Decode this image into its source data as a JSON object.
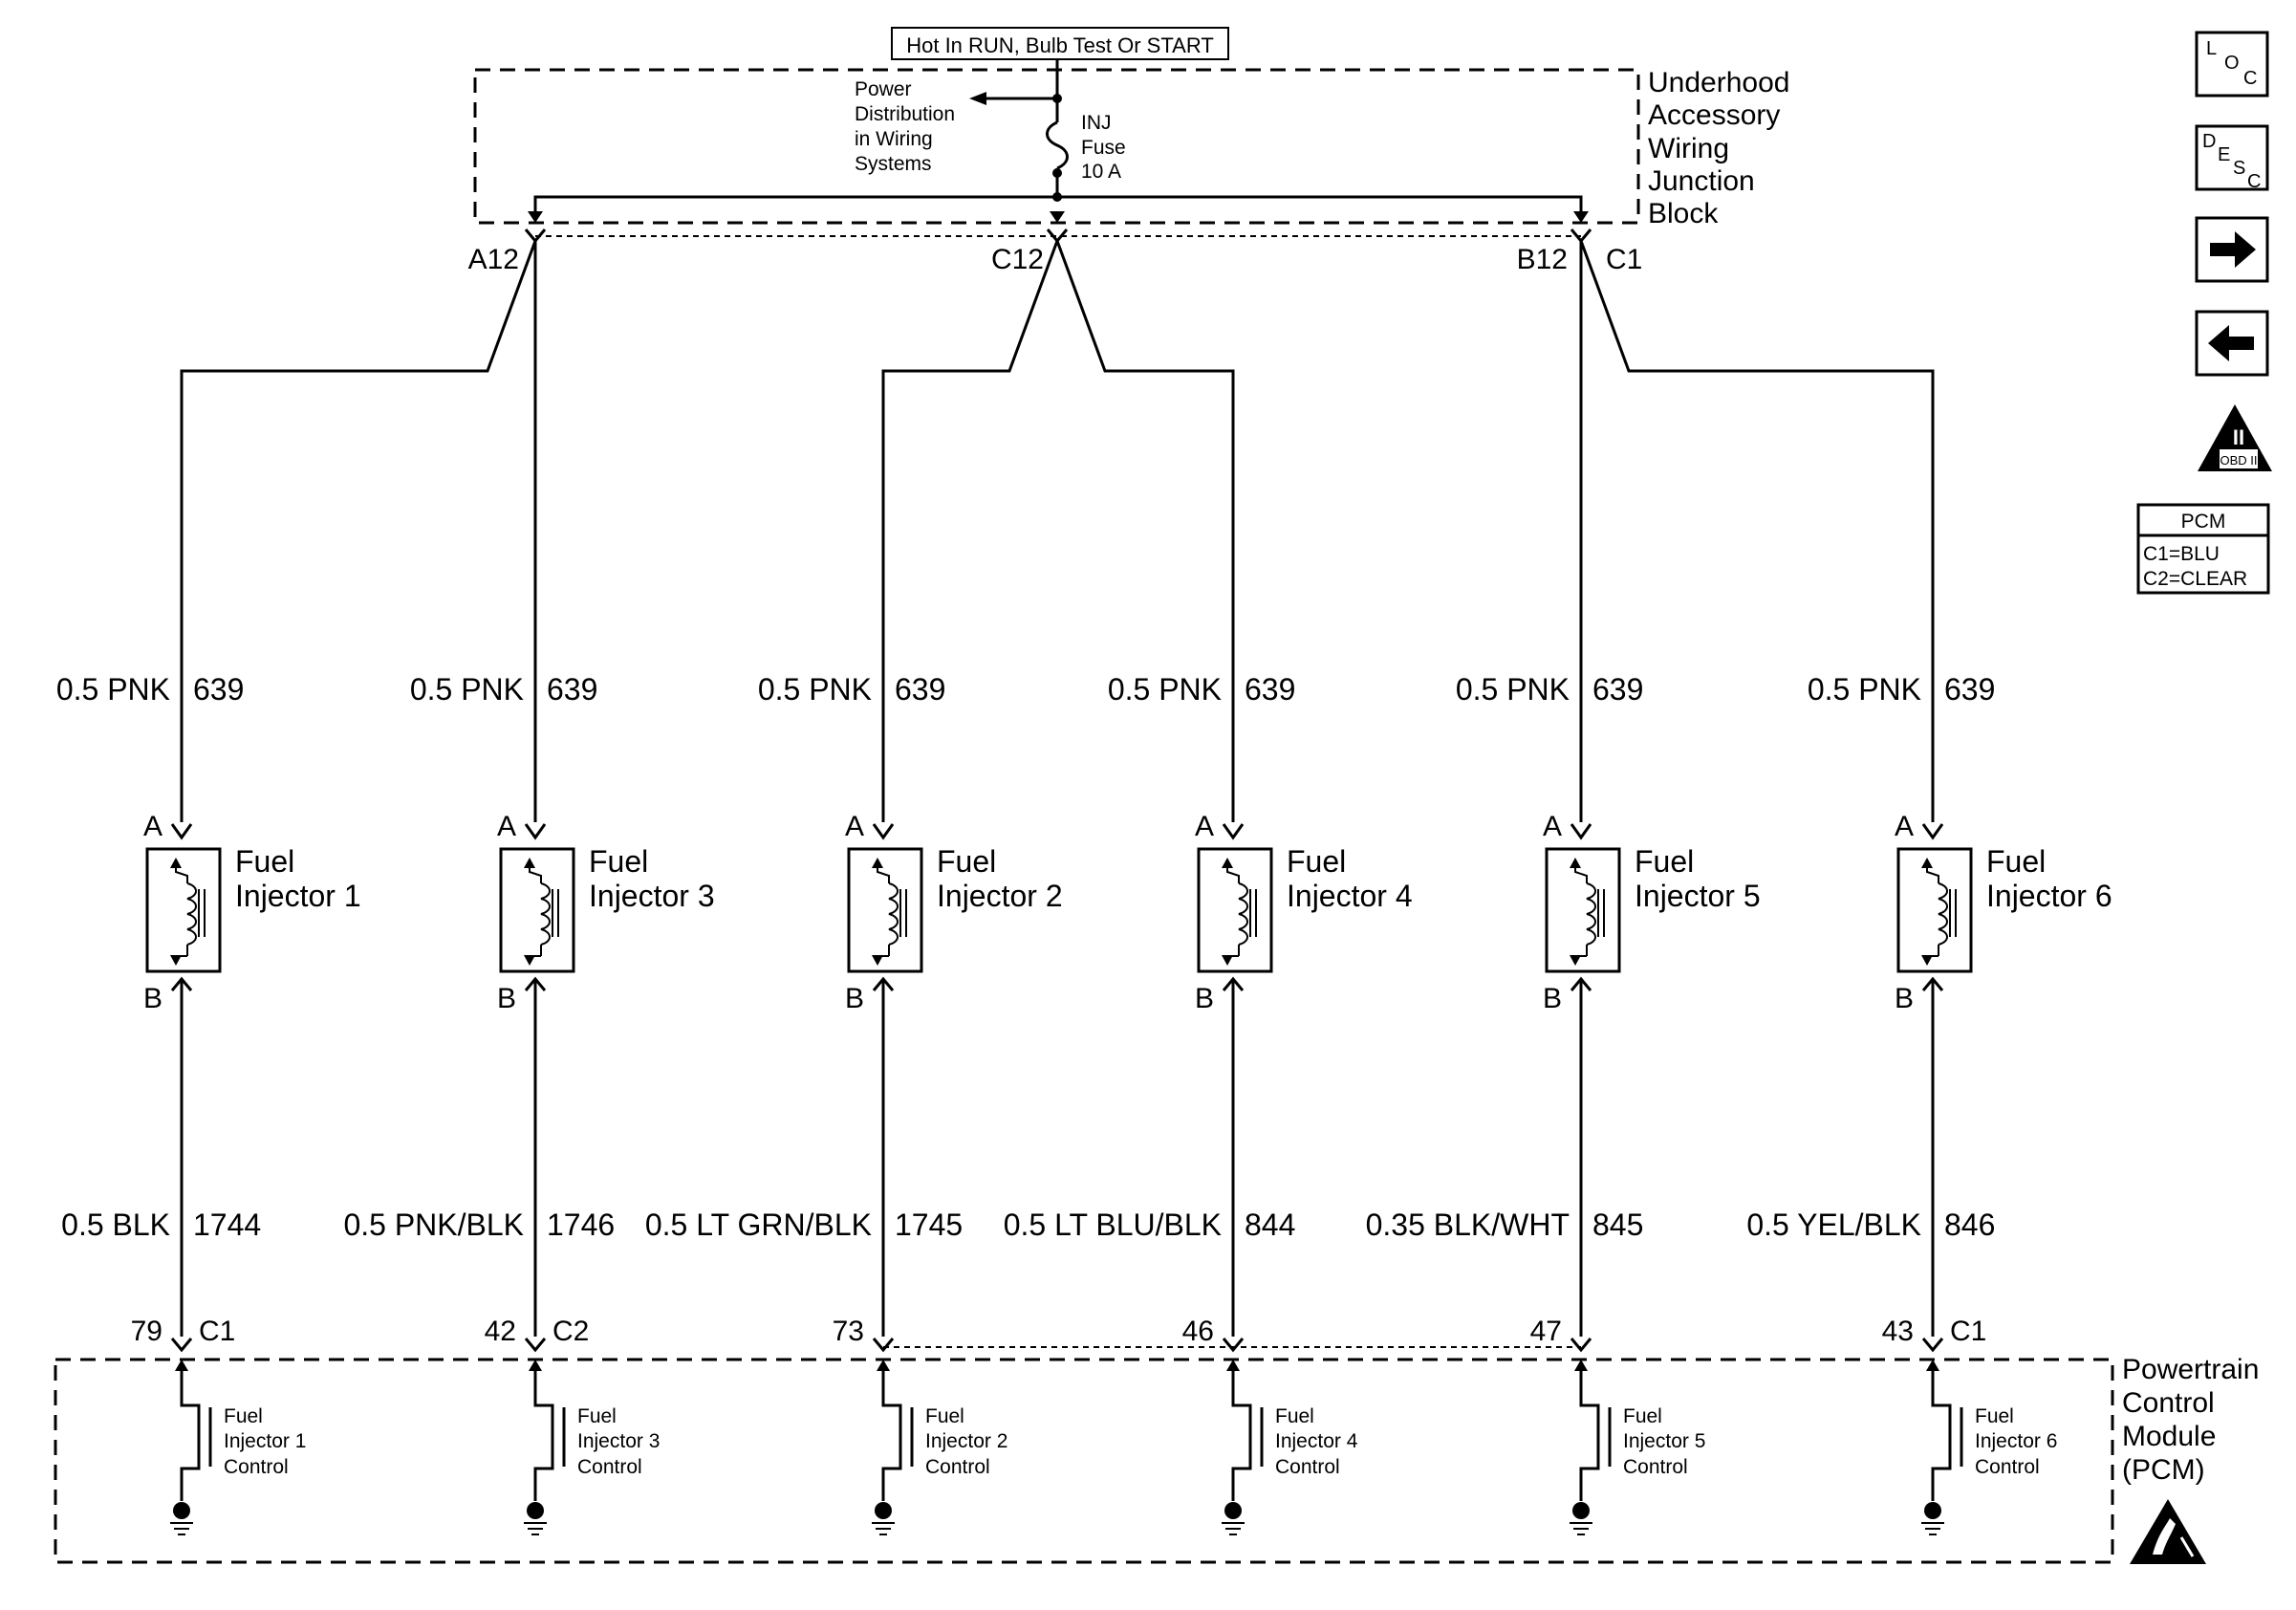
{
  "header": {
    "power_label": "Hot In RUN, Bulb Test Or START",
    "power_distribution": [
      "Power",
      "Distribution",
      "in Wiring",
      "Systems"
    ],
    "fuse": [
      "INJ",
      "Fuse",
      "10 A"
    ],
    "junction_block": [
      "Underhood",
      "Accessory",
      "Wiring",
      "Junction",
      "Block"
    ],
    "junction_pins": [
      "A12",
      "C12",
      "B12",
      "C1"
    ]
  },
  "injectors": [
    {
      "name": [
        "Fuel",
        "Injector 1"
      ],
      "pin_a": "A",
      "pin_b": "B",
      "supply_gauge": "0.5 PNK",
      "supply_circuit": "639",
      "ctrl_gauge": "0.5 BLK",
      "ctrl_circuit": "1744",
      "pcm_pin": "79",
      "pcm_conn": "C1",
      "pcm_label": [
        "Fuel",
        "Injector 1",
        "Control"
      ]
    },
    {
      "name": [
        "Fuel",
        "Injector 3"
      ],
      "pin_a": "A",
      "pin_b": "B",
      "supply_gauge": "0.5 PNK",
      "supply_circuit": "639",
      "ctrl_gauge": "0.5 PNK/BLK",
      "ctrl_circuit": "1746",
      "pcm_pin": "42",
      "pcm_conn": "C2",
      "pcm_label": [
        "Fuel",
        "Injector 3",
        "Control"
      ]
    },
    {
      "name": [
        "Fuel",
        "Injector 2"
      ],
      "pin_a": "A",
      "pin_b": "B",
      "supply_gauge": "0.5 PNK",
      "supply_circuit": "639",
      "ctrl_gauge": "0.5 LT GRN/BLK",
      "ctrl_circuit": "1745",
      "pcm_pin": "73",
      "pcm_conn": "",
      "pcm_label": [
        "Fuel",
        "Injector 2",
        "Control"
      ]
    },
    {
      "name": [
        "Fuel",
        "Injector 4"
      ],
      "pin_a": "A",
      "pin_b": "B",
      "supply_gauge": "0.5 PNK",
      "supply_circuit": "639",
      "ctrl_gauge": "0.5 LT BLU/BLK",
      "ctrl_circuit": "844",
      "pcm_pin": "46",
      "pcm_conn": "",
      "pcm_label": [
        "Fuel",
        "Injector 4",
        "Control"
      ]
    },
    {
      "name": [
        "Fuel",
        "Injector 5"
      ],
      "pin_a": "A",
      "pin_b": "B",
      "supply_gauge": "0.5 PNK",
      "supply_circuit": "639",
      "ctrl_gauge": "0.35 BLK/WHT",
      "ctrl_circuit": "845",
      "pcm_pin": "47",
      "pcm_conn": "",
      "pcm_label": [
        "Fuel",
        "Injector 5",
        "Control"
      ]
    },
    {
      "name": [
        "Fuel",
        "Injector 6"
      ],
      "pin_a": "A",
      "pin_b": "B",
      "supply_gauge": "0.5 PNK",
      "supply_circuit": "639",
      "ctrl_gauge": "0.5 YEL/BLK",
      "ctrl_circuit": "846",
      "pcm_pin": "43",
      "pcm_conn": "C1",
      "pcm_label": [
        "Fuel",
        "Injector 6",
        "Control"
      ]
    }
  ],
  "pcm": {
    "name": [
      "Powertrain",
      "Control",
      "Module",
      "(PCM)"
    ],
    "legend_title": "PCM",
    "legend_lines": [
      "C1=BLU",
      "C2=CLEAR"
    ]
  },
  "side_icons": {
    "loc": [
      "L",
      "O",
      "C"
    ],
    "desc": [
      "D",
      "E",
      "S",
      "C"
    ],
    "obd_roman": "II",
    "obd_text": "OBD II",
    "icon_names": [
      "loc-icon",
      "desc-icon",
      "next-arrow-icon",
      "prev-arrow-icon",
      "obd-ii-icon",
      "esd-warning-icon"
    ]
  }
}
